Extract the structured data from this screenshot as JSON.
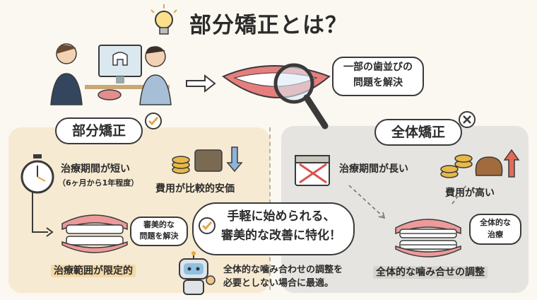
{
  "title": "部分矯正とは？",
  "top_bubble": {
    "line1": "一部の歯並びの",
    "line2": "問題を解決"
  },
  "left": {
    "heading": "部分矯正",
    "short_period": "治療期間が短い",
    "duration": "（6ヶ月から1年程度）",
    "cost": "費用が比較的安価",
    "aesthetic_line1": "審美的な",
    "aesthetic_line2": "問題を解決",
    "limited_range": "治療範囲が限定的"
  },
  "right": {
    "heading": "全体矯正",
    "long_period": "治療期間が長い",
    "high_cost": "費用が高い",
    "overall_line1": "全体的な",
    "overall_line2": "治療",
    "full_bite": "全体的な噛み合せの調整"
  },
  "center_bubble": {
    "line1": "手軽に始められる、",
    "line2": "審美的な改善に特化！"
  },
  "robot_note": {
    "line1": "全体的な噛み合わせの調整を",
    "line2": "必要としない場合に最適。"
  },
  "colors": {
    "accent": "#e2a64a",
    "panel_left": "#f7ead2",
    "panel_right": "#e6e4e1"
  }
}
